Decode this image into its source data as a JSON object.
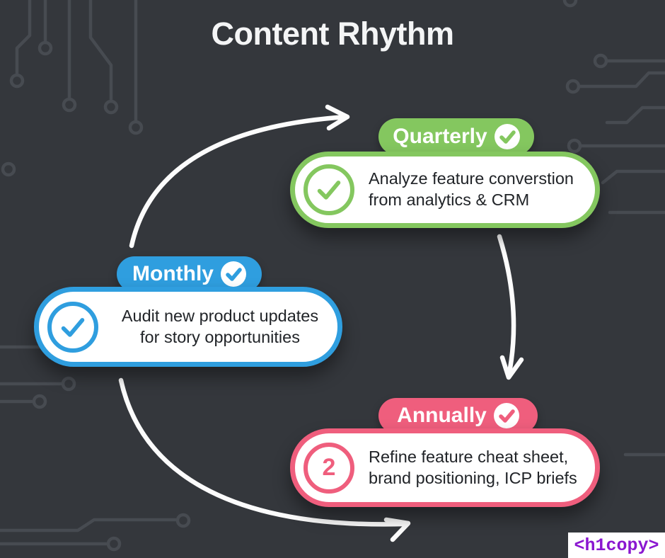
{
  "title": "Content Rhythm",
  "colors": {
    "background": "#34373c",
    "circuit_trace": "#474b51",
    "arrow": "#fcfcfc",
    "card_background": "#ffffff",
    "card_text": "#212428",
    "quarterly_green": "#84c75f",
    "monthly_blue": "#2f9edf",
    "annually_pink": "#ef5e7d",
    "watermark_purple": "#8a16d0"
  },
  "stages": [
    {
      "label": "Quarterly",
      "description": [
        "Analyze feature converstion",
        "from analytics & CRM"
      ],
      "badge_icon": "check",
      "bullet_icon": "check",
      "color": "#84c75f"
    },
    {
      "label": "Monthly",
      "description": [
        "Audit new product updates",
        "for story opportunities"
      ],
      "badge_icon": "check",
      "bullet_icon": "check",
      "color": "#2f9edf"
    },
    {
      "label": "Annually",
      "description": [
        "Refine feature cheat sheet,",
        "brand positioning, ICP briefs"
      ],
      "badge_icon": "check",
      "bullet_number": "2",
      "color": "#ef5e7d"
    }
  ],
  "flow_arrows": [
    {
      "name": "monthly-to-quarterly"
    },
    {
      "name": "quarterly-to-annually"
    },
    {
      "name": "monthly-to-annually"
    }
  ],
  "watermark": {
    "label": "<h1copy>"
  }
}
